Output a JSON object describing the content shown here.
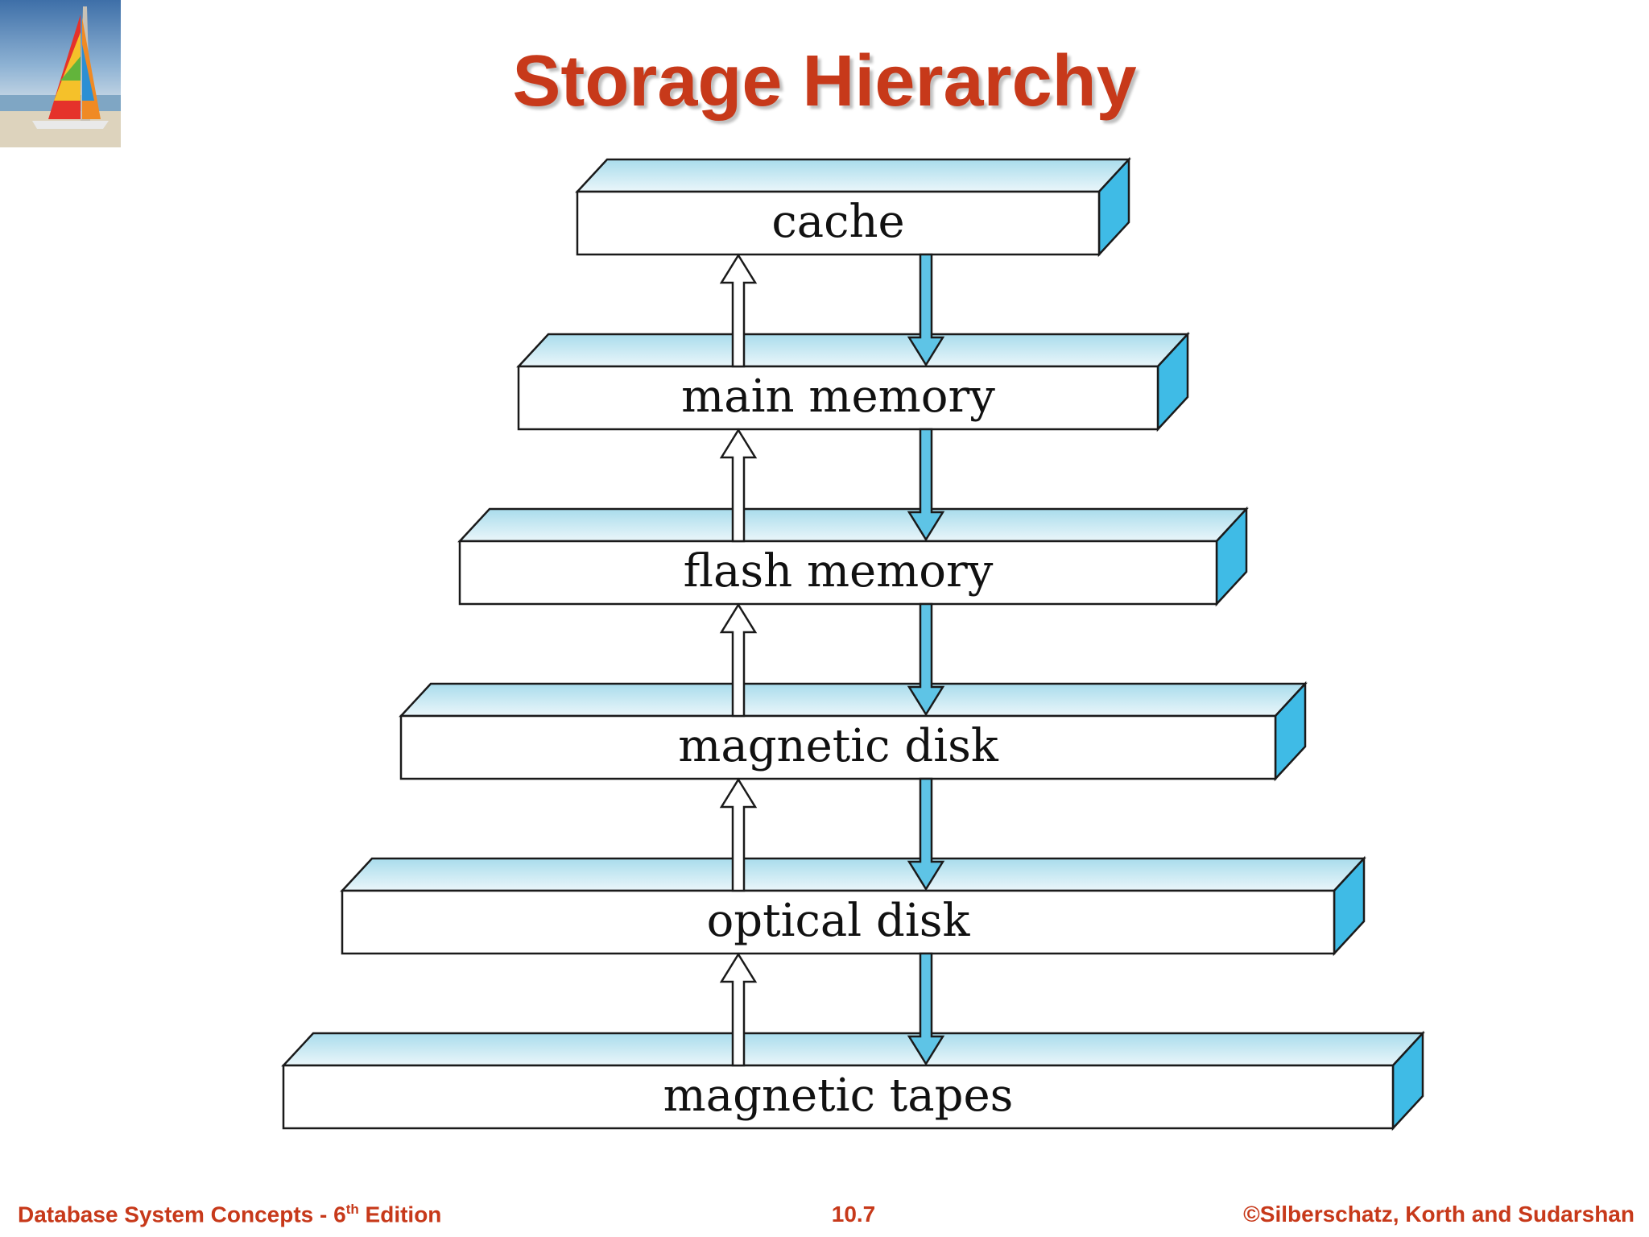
{
  "title": "Storage Hierarchy",
  "levels": [
    {
      "label": "cache"
    },
    {
      "label": "main memory"
    },
    {
      "label": "flash memory"
    },
    {
      "label": "magnetic disk"
    },
    {
      "label": "optical disk"
    },
    {
      "label": "magnetic tapes"
    }
  ],
  "colors": {
    "title": "#c7391a",
    "footer": "#c7391a",
    "box_top": "#cdebf3",
    "box_side": "#3fbbe6",
    "down_arrow": "#5ec4e6",
    "up_arrow": "#ffffff"
  },
  "footer": {
    "book": "Database System Concepts - 6",
    "edition_sup": "th",
    "edition_word": " Edition",
    "page": "10.7",
    "copyright": "©Silberschatz, Korth and Sudarshan"
  }
}
